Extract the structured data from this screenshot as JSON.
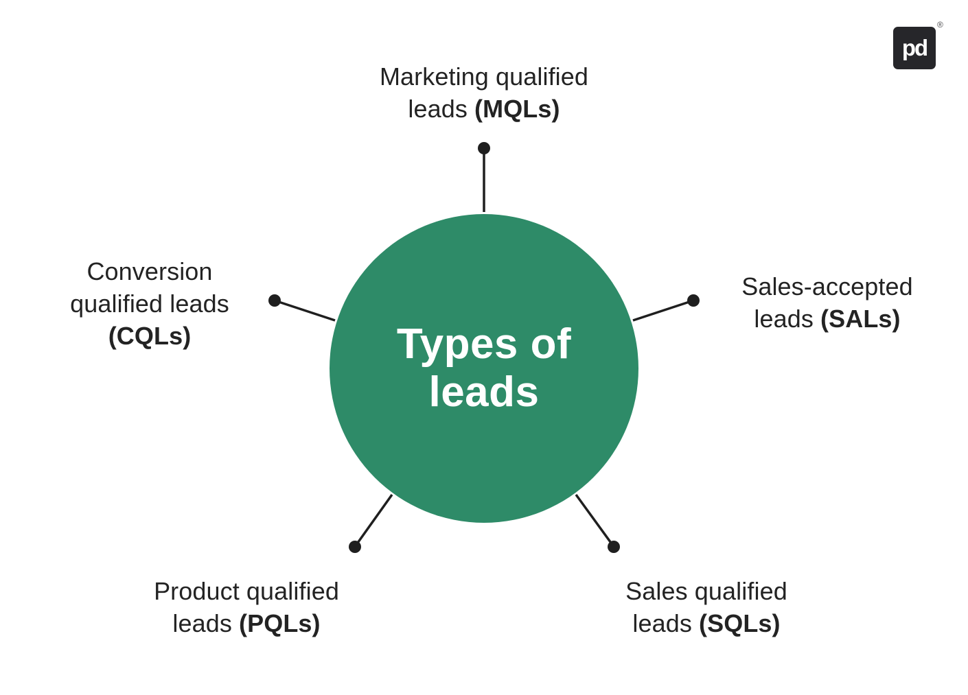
{
  "diagram": {
    "type": "hub-and-spoke",
    "center": {
      "title_line1": "Types of",
      "title_line2": "leads"
    },
    "nodes": {
      "mql": {
        "line1": "Marketing qualified",
        "line2_regular": "leads",
        "line2_bold": "(MQLs)",
        "position": "top"
      },
      "sal": {
        "line1": "Sales-accepted",
        "line2_regular": "leads",
        "line2_bold": "(SALs)",
        "position": "right"
      },
      "sql": {
        "line1": "Sales qualified",
        "line2_regular": "leads",
        "line2_bold": "(SQLs)",
        "position": "bottom-right"
      },
      "pql": {
        "line1": "Product qualified",
        "line2_regular": "leads",
        "line2_bold": "(PQLs)",
        "position": "bottom-left"
      },
      "cql": {
        "line1": "Conversion",
        "line2": "qualified leads",
        "line3_bold": "(CQLs)",
        "position": "left"
      }
    }
  },
  "logo": {
    "monogram": "pd",
    "registered_mark": "®"
  },
  "colors": {
    "circle": "#2e8b68",
    "text": "#232323",
    "line": "#1f1f1f",
    "logo_bg": "#26262a",
    "background": "#ffffff"
  }
}
